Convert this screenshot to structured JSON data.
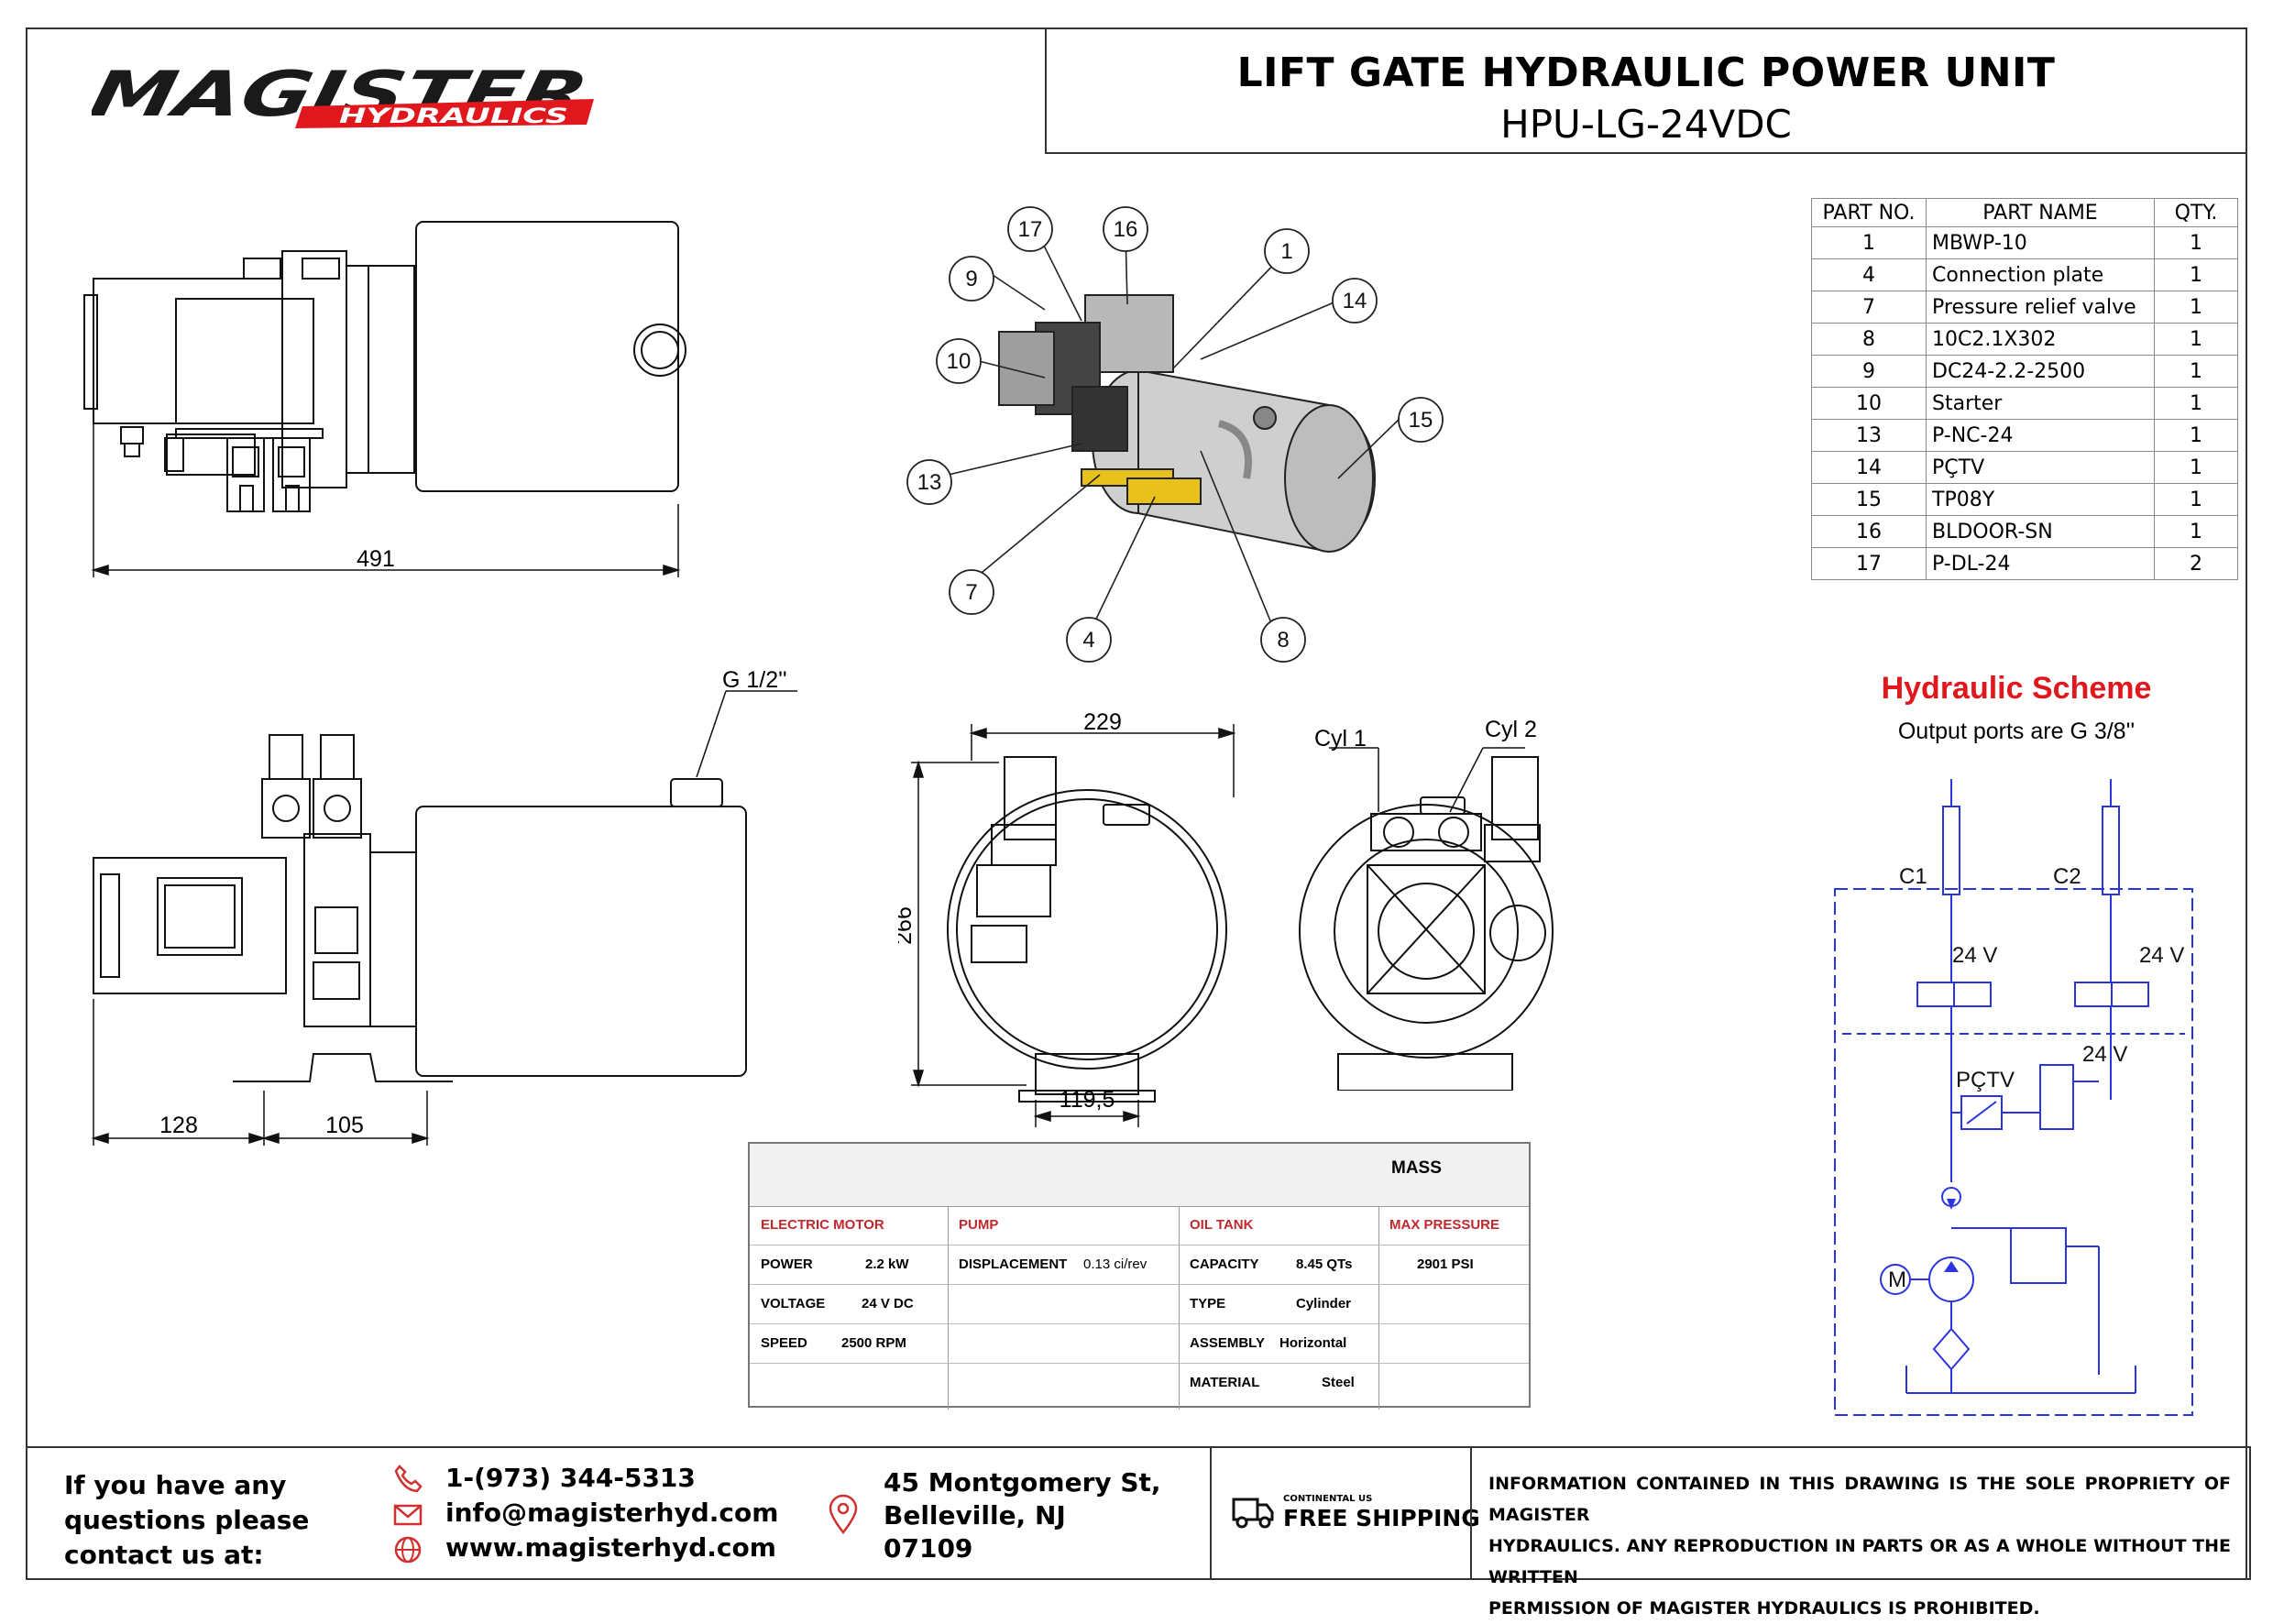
{
  "header": {
    "title": "LIFT GATE HYDRAULIC POWER UNIT",
    "model": "HPU-LG-24VDC",
    "logo_brand": "MAGISTER",
    "logo_sub": "HYDRAULICS"
  },
  "parts_table": {
    "headers": [
      "PART NO.",
      "PART NAME",
      "QTY."
    ],
    "rows": [
      {
        "no": "1",
        "name": "MBWP-10",
        "qty": "1"
      },
      {
        "no": "4",
        "name": "Connection plate",
        "qty": "1"
      },
      {
        "no": "7",
        "name": "Pressure relief valve",
        "qty": "1"
      },
      {
        "no": "8",
        "name": "10C2.1X302",
        "qty": "1"
      },
      {
        "no": "9",
        "name": "DC24-2.2-2500",
        "qty": "1"
      },
      {
        "no": "10",
        "name": "Starter",
        "qty": "1"
      },
      {
        "no": "13",
        "name": "P-NC-24",
        "qty": "1"
      },
      {
        "no": "14",
        "name": "PÇTV",
        "qty": "1"
      },
      {
        "no": "15",
        "name": "TP08Y",
        "qty": "1"
      },
      {
        "no": "16",
        "name": "BLDOOR-SN",
        "qty": "1"
      },
      {
        "no": "17",
        "name": "P-DL-24",
        "qty": "2"
      }
    ]
  },
  "callouts": [
    "17",
    "16",
    "1",
    "9",
    "14",
    "10",
    "15",
    "13",
    "7",
    "4",
    "8"
  ],
  "dimensions": {
    "length": "491",
    "port": "G 1/2''",
    "width": "229",
    "height": "266",
    "base": "119,5",
    "foot1": "128",
    "foot2": "105",
    "cyl1": "Cyl 1",
    "cyl2": "Cyl 2"
  },
  "scheme": {
    "title": "Hydraulic Scheme",
    "subtitle": "Output ports are G 3/8''",
    "c1": "C1",
    "c2": "C2",
    "v1": "24 V",
    "v2": "24 V",
    "v3": "24 V",
    "pctv": "PÇTV",
    "motor": "M"
  },
  "specs": {
    "mass_label": "MASS",
    "electric_motor": {
      "label": "ELECTRIC MOTOR",
      "power_k": "POWER",
      "power_v": "2.2  kW",
      "voltage_k": "VOLTAGE",
      "voltage_v": "24 V DC",
      "speed_k": "SPEED",
      "speed_v": "2500 RPM"
    },
    "pump": {
      "label": "PUMP",
      "disp_k": "DISPLACEMENT",
      "disp_v": "0.13 ci/rev"
    },
    "oil_tank": {
      "label": "OIL TANK",
      "cap_k": "CAPACITY",
      "cap_v": "8.45 QTs",
      "type_k": "TYPE",
      "type_v": "Cylinder",
      "asm_k": "ASSEMBLY",
      "asm_v": "Horizontal",
      "mat_k": "MATERIAL",
      "mat_v": "Steel"
    },
    "max_pressure": {
      "label": "MAX PRESSURE",
      "value": "2901 PSI"
    }
  },
  "footer": {
    "contact_l1": "If you have any",
    "contact_l2": "questions please",
    "contact_l3": "contact us at:",
    "phone": "1-(973) 344-5313",
    "email": "info@magisterhyd.com",
    "web": "www.magisterhyd.com",
    "addr1": "45 Montgomery St,",
    "addr2": "Belleville, NJ",
    "addr3": "07109",
    "ship_small": "CONTINENTAL US",
    "ship_big": "FREE SHIPPING",
    "legal_l1": "INFORMATION CONTAINED IN THIS DRAWING IS THE SOLE PROPRIETY OF MAGISTER",
    "legal_l2": "HYDRAULICS. ANY REPRODUCTION IN PARTS OR AS A WHOLE WITHOUT THE WRITTEN",
    "legal_l3": "PERMISSION OF MAGISTER HYDRAULICS IS PROHIBITED."
  },
  "colors": {
    "accent_red": "#e0181e",
    "scheme_blue": "#2a35e0",
    "frame": "#333333"
  }
}
